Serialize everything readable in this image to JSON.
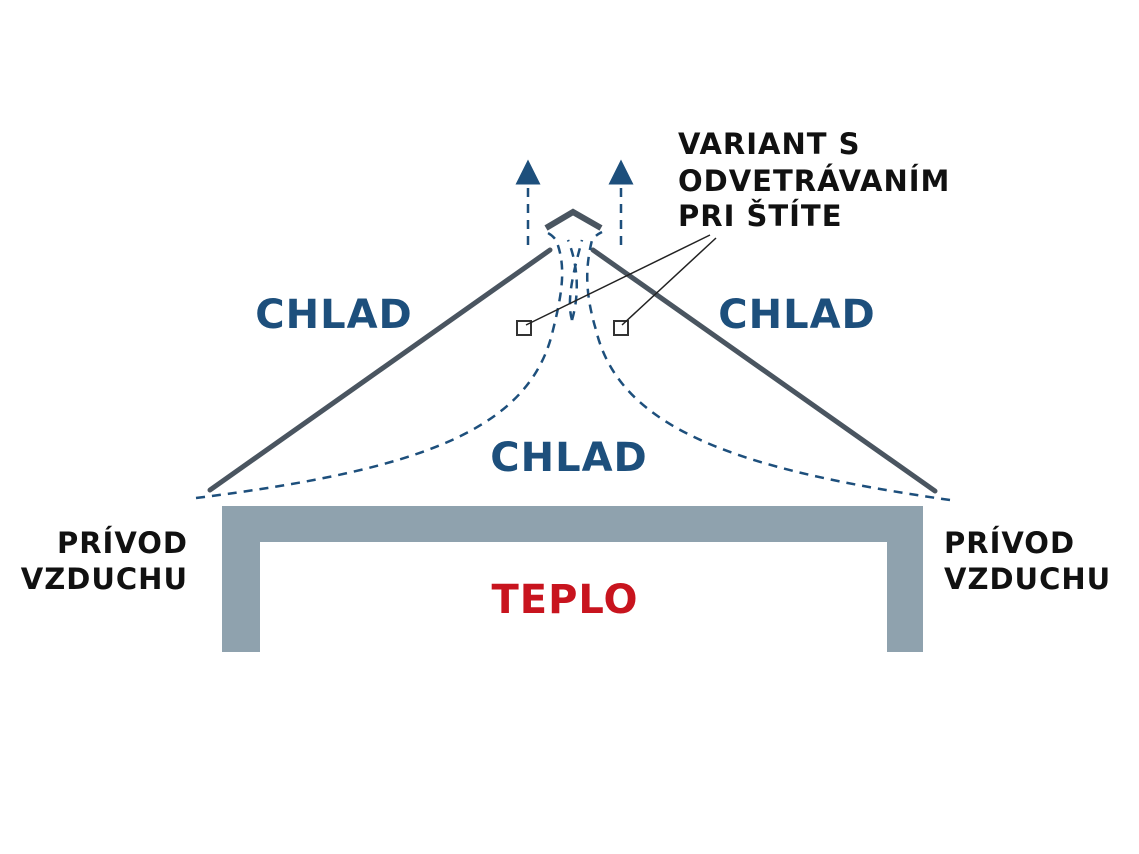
{
  "labels": {
    "cold_left": "CHLAD",
    "cold_right": "CHLAD",
    "cold_center": "CHLAD",
    "warm": "TEPLO",
    "variant": [
      "VARIANT S",
      "ODVETRÁVANÍM",
      "PRI ŠTÍTE"
    ],
    "air_inlet_left": [
      "PRÍVOD",
      "VZDUCHU"
    ],
    "air_inlet_right": [
      "PRÍVOD",
      "VZDUCHU"
    ]
  },
  "colors": {
    "cold_text": "#1d4f7c",
    "warm_text": "#c8141e",
    "roof_line": "#4a5560",
    "wall": "#8fa2ae",
    "airflow": "#1d4f7c"
  }
}
